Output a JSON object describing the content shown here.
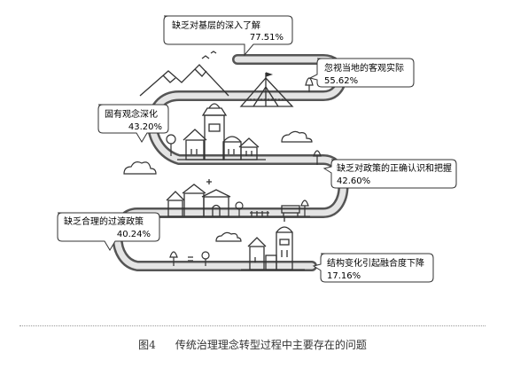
{
  "chart_data": {
    "type": "infographic",
    "title": "",
    "unit": "%",
    "items": [
      {
        "label": "缺乏对基层的深入了解",
        "value": 77.51,
        "value_text": "77.51%"
      },
      {
        "label": "忽视当地的客观实际",
        "value": 55.62,
        "value_text": "55.62%"
      },
      {
        "label": "固有观念深化",
        "value": 43.2,
        "value_text": "43.20%"
      },
      {
        "label": "缺乏对政策的正确认识和把握",
        "value": 42.6,
        "value_text": "42.60%"
      },
      {
        "label": "缺乏合理的过渡政策",
        "value": 40.24,
        "value_text": "40.24%"
      },
      {
        "label": "结构变化引起融合度下降",
        "value": 17.16,
        "value_text": "17.16%"
      }
    ]
  },
  "caption": {
    "number": "图4",
    "text": "传统治理理念转型过程中主要存在的问题"
  },
  "colors": {
    "road_outer": "#555555",
    "road_inner": "#d0d0d0",
    "line": "#333333",
    "box_border": "#333333"
  }
}
